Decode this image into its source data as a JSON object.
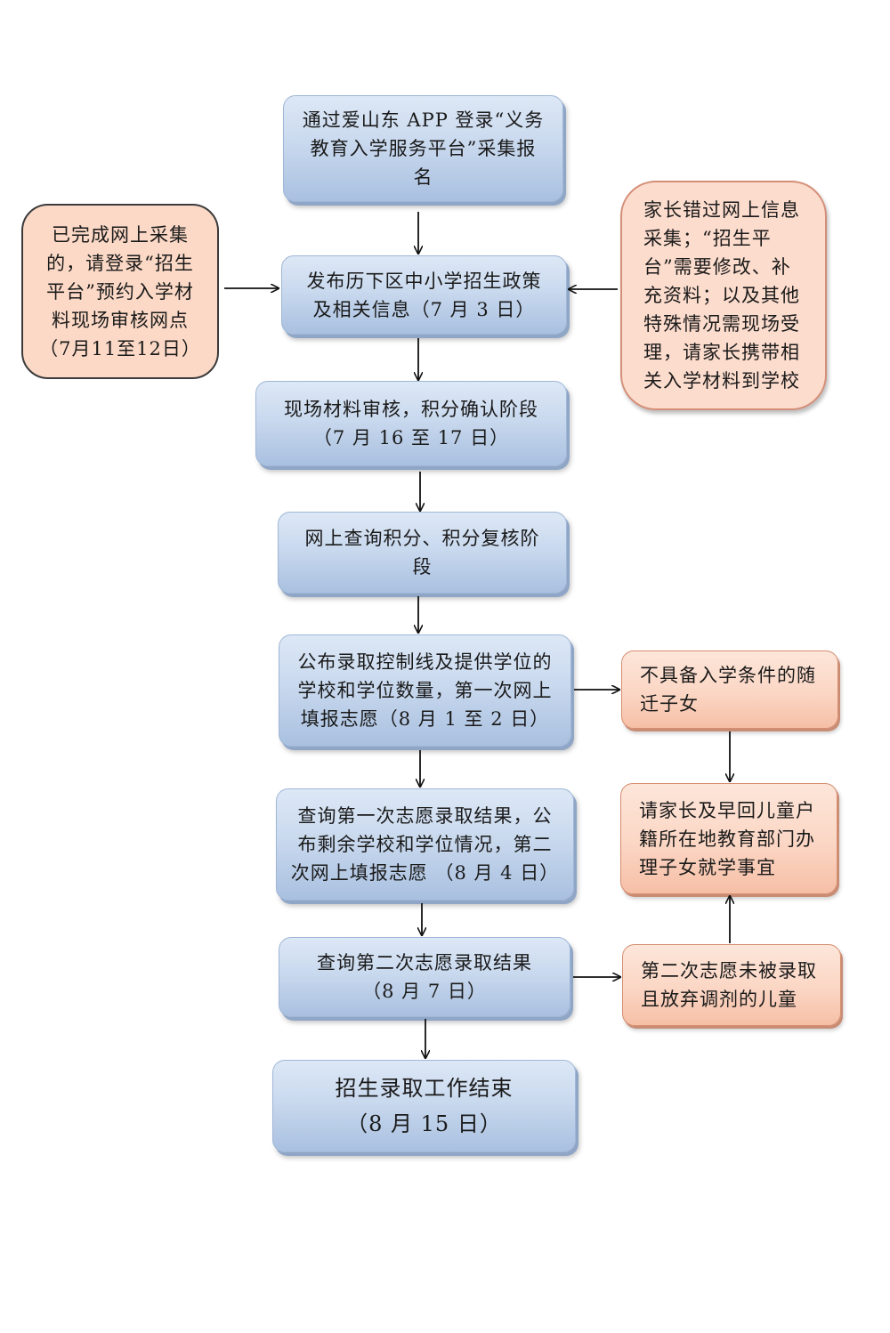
{
  "nodes": {
    "register": "通过爱山东 APP 登录“义务\n教育入学服务平台”采集报\n名",
    "publish": "发布历下区中小学招生政策\n及相关信息（7 月 3 日）",
    "review": "现场材料审核，积分确认阶段\n（7 月 16 至 17 日）",
    "query_points": "网上查询积分、积分复核阶\n段",
    "first_choice": "公布录取控制线及提供学位的\n学校和学位数量，第一次网上\n填报志愿（8 月 1 至 2 日）",
    "second_choice": "查询第一次志愿录取结果，公\n布剩余学校和学位情况，第二\n次网上填报志愿 （8 月 4 日）",
    "second_result": "查询第二次志愿录取结果\n（8 月 7 日）",
    "end": "招生录取工作结束\n（8 月 15 日）",
    "completed_online": "已完成网上采集\n的，请登录“招生\n平台”预约入学材\n料现场审核网点\n（7月11至12日）",
    "missed_online": "家长错过网上信息\n采集；“招生平\n台”需要修改、补\n充资料；以及其他\n特殊情况需现场受\n理，请家长携带相\n关入学材料到学校",
    "ineligible": "不具备入学条件的随\n迁子女",
    "return_home": "请家长及早回儿童户\n籍所在地教育部门办\n理子女就学事宜",
    "not_admitted": "第二次志愿未被录取\n且放弃调剂的儿童"
  },
  "colors": {
    "main_fill": "#c9d9ee",
    "side_fill": "#fbd6c4",
    "arrow": "#111111"
  }
}
